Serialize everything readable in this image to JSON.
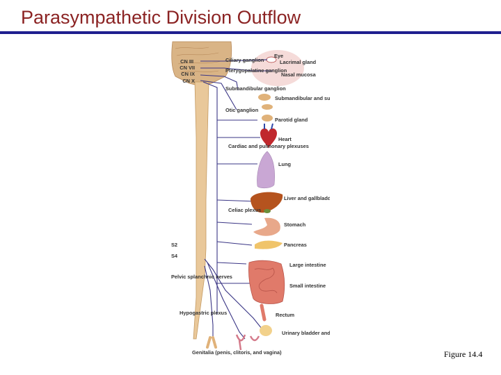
{
  "slide": {
    "title": "Parasympathetic Division Outflow",
    "caption": "Figure 14.4"
  },
  "figure": {
    "cranial_nerves": [
      "CN III",
      "CN VII",
      "CN IX",
      "CN X"
    ],
    "segments": [
      "S2",
      "S4"
    ],
    "ganglia": [
      "Ciliary ganglion",
      "Pterygopalatine ganglion",
      "Submandibular ganglion",
      "Otic ganglion"
    ],
    "plexuses": [
      "Cardiac and pulmonary plexuses",
      "Celiac plexus",
      "Pelvic splanchnic nerves",
      "Hypogastric plexus"
    ],
    "organs": [
      "Eye",
      "Lacrimal gland",
      "Nasal mucosa",
      "Submandibular and sublingual glands",
      "Parotid gland",
      "Heart",
      "Lung",
      "Liver and gallbladder",
      "Stomach",
      "Pancreas",
      "Large intestine",
      "Small intestine",
      "Rectum",
      "Urinary bladder and ureters"
    ],
    "genitalia_label": "Genitalia (penis, clitoris, and vagina)"
  },
  "colors": {
    "title": "#8b2323",
    "rule": "#1f1f8f",
    "nerve": "#3a3585",
    "spinal_cord": "#e9c89a",
    "brain": "#d9b486",
    "heart": "#c0282d",
    "lung": "#c9a7d4",
    "liver": "#b5531e",
    "stomach": "#e8a88a",
    "pancreas": "#f0c46a",
    "intestine": "#e07a6a"
  }
}
